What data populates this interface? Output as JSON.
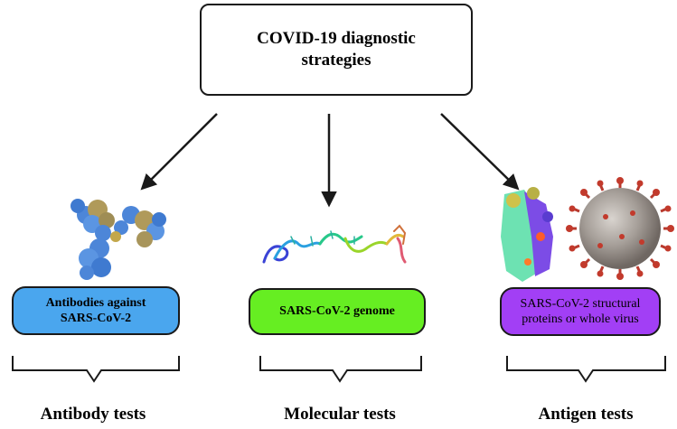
{
  "colors": {
    "antibody_box": "#4aa6ee",
    "genome_box": "#66ee22",
    "antigen_box": "#a23ff5",
    "outline": "#1a1a1a"
  },
  "title": [
    "COVID-19 diagnostic",
    "strategies"
  ],
  "targets": [
    {
      "lines": [
        "Antibodies against",
        "SARS-CoV-2"
      ],
      "image": "antibody-protein-structure"
    },
    {
      "lines": [
        "SARS-CoV-2 genome"
      ],
      "image": "rna-genome-ribbon"
    },
    {
      "lines": [
        "SARS-CoV-2 structural",
        "proteins or whole virus"
      ],
      "image": "spike-protein-and-virion"
    }
  ],
  "tests": [
    "Antibody tests",
    "Molecular tests",
    "Antigen tests"
  ]
}
